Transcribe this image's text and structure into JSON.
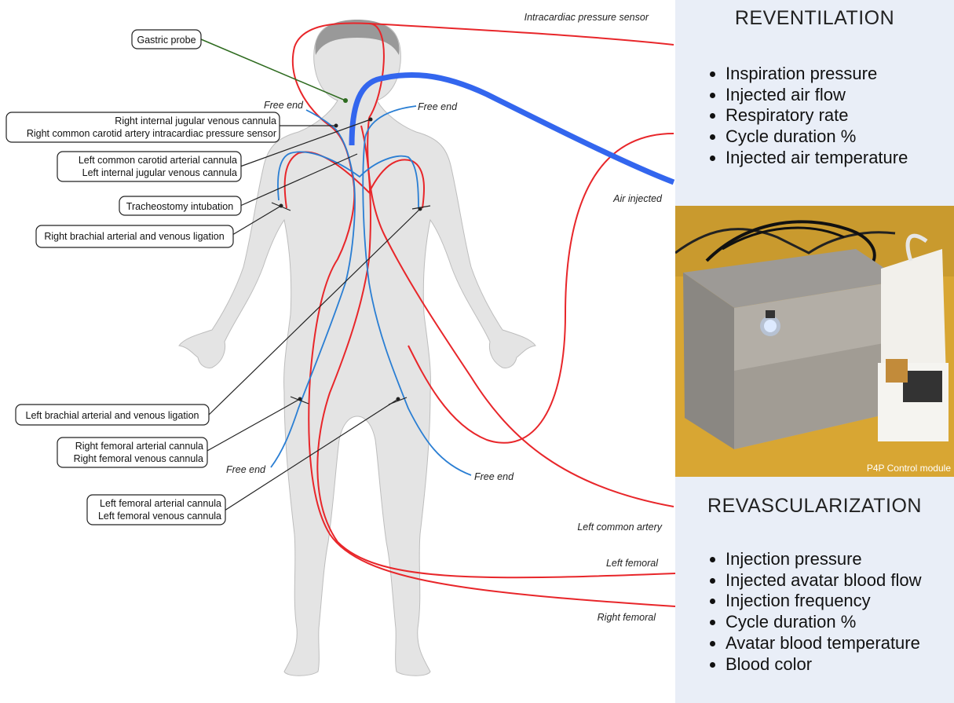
{
  "labels": {
    "gastric_probe": "Gastric probe",
    "right_ij_line1": "Right internal jugular venous cannula",
    "right_ij_line2": "Right common carotid artery intracardiac pressure sensor",
    "left_cc_line1": "Left common carotid arterial cannula",
    "left_cc_line2": "Left internal jugular venous cannula",
    "tracheostomy": "Tracheostomy intubation",
    "right_brachial": "Right brachial arterial and venous ligation",
    "left_brachial": "Left brachial arterial and venous ligation",
    "right_femoral_line1": "Right femoral arterial cannula",
    "right_femoral_line2": "Right femoral venous cannula",
    "left_femoral_line1": "Left femoral arterial cannula",
    "left_femoral_line2": "Left femoral venous cannula"
  },
  "annotations": {
    "intracardiac": "Intracardiac pressure sensor",
    "free_end": "Free end",
    "air_injected": "Air injected",
    "left_common_artery": "Left common artery",
    "left_femoral": "Left femoral",
    "right_femoral": "Right femoral"
  },
  "reventilation": {
    "title": "REVENTILATION",
    "items": [
      "Inspiration pressure",
      "Injected air flow",
      "Respiratory rate",
      "Cycle duration %",
      "Injected air temperature"
    ]
  },
  "revascularization": {
    "title": "REVASCULARIZATION",
    "items": [
      "Injection pressure",
      "Injected avatar blood flow",
      "Injection frequency",
      "Cycle duration %",
      "Avatar blood temperature",
      "Blood color"
    ]
  },
  "photo": {
    "caption": "P4P Control module"
  },
  "colors": {
    "artery": "#e8262a",
    "vein": "#2a7ed3",
    "air": "#3366ee",
    "probe": "#2e6b1f",
    "panel": "#e9eef7"
  }
}
